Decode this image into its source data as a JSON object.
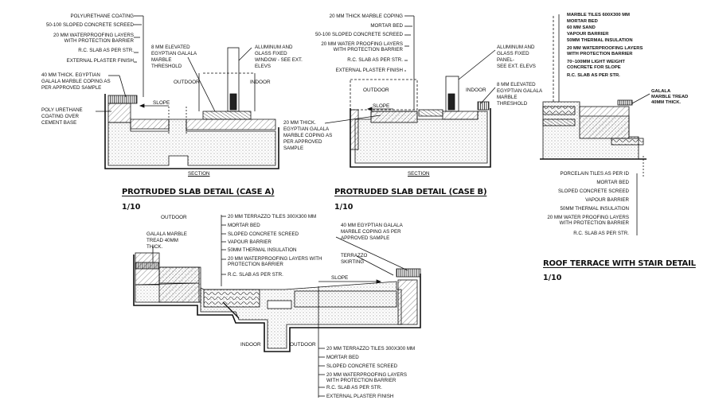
{
  "case_a": {
    "title": "PROTRUDED SLAB DETAIL (CASE A)",
    "scale": "1/10",
    "section": "SECTION",
    "outdoor": "OUTDOOR",
    "indoor": "INDOOR",
    "slope": "SLOPE",
    "left_labels": [
      "POLYURETHANE COATING",
      "50-100 SLOPED CONCRETE SCREED",
      "20 MM WATERPROOFING LAYERS",
      "WITH PROTECTION BARRIER",
      "R.C. SLAB AS PER STR.",
      "EXTERNAL PLASTER FINISH"
    ],
    "coping": [
      "40 MM THICK. EGYPTIAN",
      "GALALA MARBLE COPING AS",
      "PER APPROVED SAMPLE"
    ],
    "coating": [
      "POLY URETHANE",
      "COATING OVER",
      "CEMENT BASE"
    ],
    "threshold": [
      "8 MM ELEVATED",
      "EGYPTIAN GALALA",
      "MARBLE",
      "THRESHOLD"
    ],
    "window": [
      "ALUMINUM AND",
      "GLASS FIXED",
      "WINDOW - SEE EXT.",
      "ELEVS"
    ]
  },
  "case_b": {
    "title": "PROTRUDED SLAB DETAIL (CASE B)",
    "scale": "1/10",
    "section": "SECTION",
    "outdoor": "OUTDOOR",
    "indoor": "INDOOR",
    "slope": "SLOPE",
    "top_labels": [
      "20 MM THICK MARBLE COPING",
      "MORTAR BED",
      "50-100 SLOPED CONCRETE SCREED",
      "20 MM WATER PROOFING LAYERS",
      "WITH PROTECTION BARRIER",
      "R.C. SLAB AS PER STR.",
      "EXTERNAL PLASTER FINISH"
    ],
    "coping": [
      "20 MM THICK.",
      "EGYPTIAN GALALA",
      "MARBLE COPING AS",
      "PER APPROVED",
      "SAMPLE"
    ],
    "panel": [
      "ALUMINUM AND",
      "GLASS FIXED",
      "PANEL-",
      "SEE EXT. ELEVS"
    ],
    "threshold": [
      "8 MM ELEVATED",
      "EGYPTIAN GALALA",
      "MARBLE",
      "THRESHOLD"
    ]
  },
  "roof_terrace": {
    "title": "ROOF TERRACE WITH STAIR DETAIL",
    "scale": "1/10",
    "top_labels": [
      "MARBLE TILES 600X300 MM",
      "MORTAR BED",
      "60 MM SAND",
      "VAPOUR BARRIER",
      "50MM THERMAL INSULATION",
      "20 MM WATERPROOFING LAYERS",
      "WITH PROTECTION BARRIER",
      "70~100MM LIGHT WEIGHT",
      "CONCRETE FOR SLOPE",
      "R.C. SLAB AS PER STR."
    ],
    "tread": [
      "GALALA",
      "MARBLE TREAD",
      "40MM THICK."
    ],
    "bottom_labels": [
      "PORCELAIN TILES AS PER ID",
      "MORTAR BED",
      "SLOPED CONCRETE SCREED",
      "VAPOUR BARRIER",
      "50MM THERMAL INSULATION",
      "20 MM WATER PROOFING LAYERS",
      "WITH PROTECTION BARRIER",
      "R.C. SLAB AS PER STR."
    ]
  },
  "terrazzo": {
    "outdoor_top": "OUTDOOR",
    "tread": [
      "GALALA MARBLE",
      "TREAD 40MM",
      "THICK."
    ],
    "top_labels": [
      "20 MM TERRAZZO TILES 300X300 MM",
      "MORTAR BED",
      "SLOPED CONCRETE SCREED",
      "VAPOUR BARRIER",
      "50MM THERMAL INSULATION",
      "20 MM WATERPROOFING LAYERS WITH",
      "PROTECTION BARRIER",
      "R.C.  SLAB AS PER STR."
    ],
    "coping": [
      "40 MM EGYPTIAN GALALA",
      "MARBLE COPING AS PER",
      "APPROVED SAMPLE"
    ],
    "skirting": [
      "TERRAZZO",
      "SKIRTING"
    ],
    "slope": "SLOPE",
    "indoor": "INDOOR",
    "outdoor_bottom": "OUTDOOR",
    "bottom_labels": [
      "20 MM TERRAZZO TILES 300X300 MM",
      "MORTAR BED",
      "SLOPED CONCRETE SCREED",
      "20 MM WATERPROOFING LAYERS",
      "WITH PROTECTION BARRIER",
      "R.C.  SLAB AS PER STR.",
      "EXTERNAL PLASTER FINISH"
    ]
  }
}
